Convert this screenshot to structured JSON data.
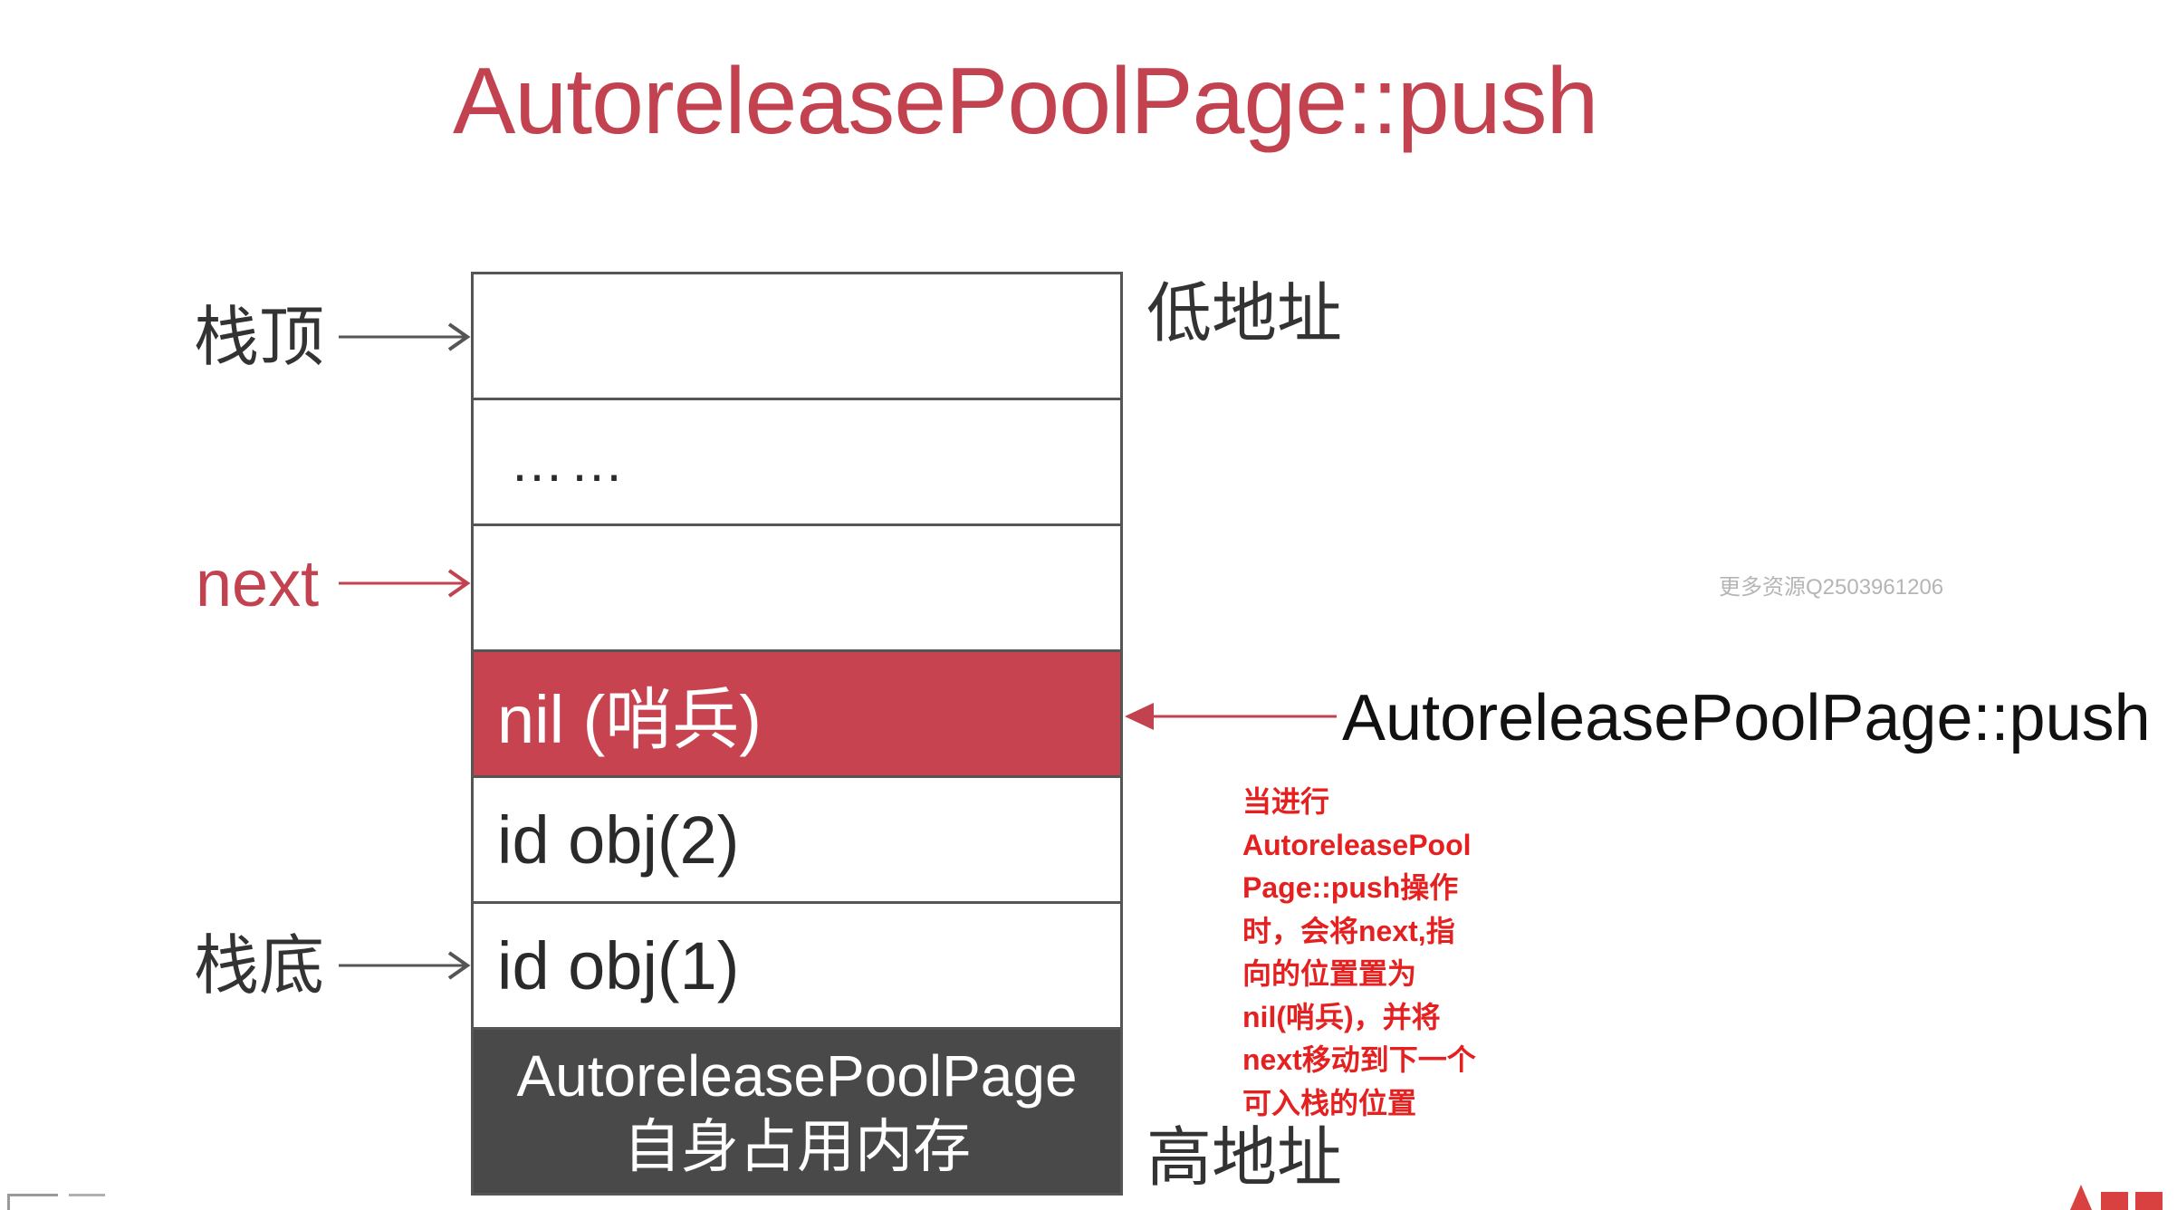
{
  "title": "AutoreleasePoolPage::push",
  "stack": {
    "cells": [
      {
        "text": ""
      },
      {
        "text": "……"
      },
      {
        "text": ""
      },
      {
        "text": "nil (哨兵)"
      },
      {
        "text": "id obj(2)"
      },
      {
        "text": "id obj(1)"
      }
    ],
    "self_line1": "AutoreleasePoolPage",
    "self_line2": "自身占用内存"
  },
  "labels": {
    "stack_top": "栈顶",
    "next": "next",
    "stack_bottom": "栈底",
    "low_address": "低地址",
    "high_address": "高地址",
    "push_call": "AutoreleasePoolPage::push"
  },
  "note": [
    "当进行",
    "AutoreleasePool",
    "Page::push操作",
    "时，会将next,指",
    "向的位置置为",
    "nil(哨兵)，并将",
    "next移动到下一个",
    "可入栈的位置"
  ],
  "watermark": "更多资源Q2503961206",
  "colors": {
    "accent_red": "#c24250",
    "sentinel_fill": "#c84350",
    "self_fill": "#494949",
    "note_red": "#e52020"
  }
}
